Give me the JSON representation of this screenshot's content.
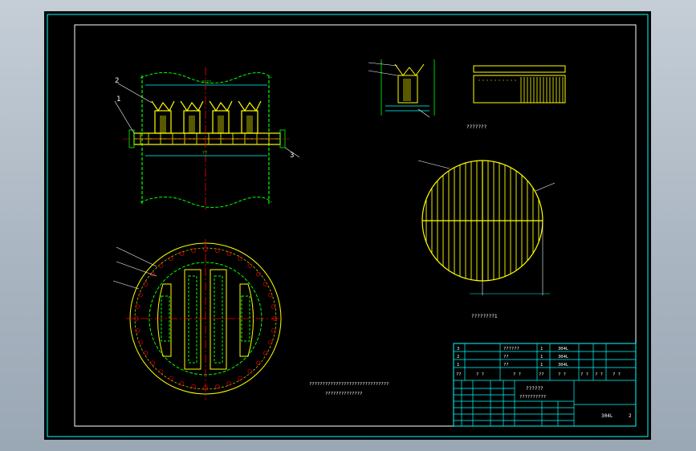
{
  "colors": {
    "background": "#000000",
    "frame": "#ffffff",
    "outline_inner": "#00ffff",
    "shell": "#00ff00",
    "parts": "#ffff00",
    "centerline": "#ff0000",
    "leader": "#ffffff"
  },
  "front_view": {
    "labels": [
      "2",
      "1",
      "3"
    ]
  },
  "sections": {
    "front_caption": "??????????????????????????????",
    "front_caption_2": "??????????????",
    "top_right_caption": "???????",
    "circle_caption": "????????1"
  },
  "title_block": {
    "rows": [
      {
        "c1": "3",
        "c2": "??????",
        "c3": "1",
        "c4": "304L"
      },
      {
        "c1": "2",
        "c2": "??",
        "c3": "1",
        "c4": "304L"
      },
      {
        "c1": "1",
        "c2": "??",
        "c3": "1",
        "c4": "304L"
      }
    ],
    "header": [
      "??",
      "?  ?",
      "?  ?",
      "??",
      "?  ?",
      "?  ?",
      "? ?",
      "?  ?"
    ],
    "drawing_name": "??????",
    "drawing_name_2": "??????????",
    "material": "304L",
    "scale": "2"
  }
}
